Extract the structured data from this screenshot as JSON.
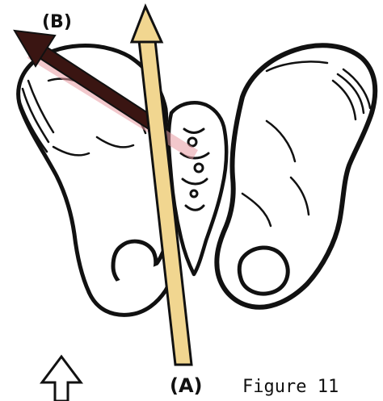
{
  "labels": {
    "arrow_b": "(B)",
    "arrow_a": "(A)",
    "caption": "Figure 11"
  },
  "colors": {
    "bone_outline": "#111111",
    "arrow_a_fill": "#f1d690",
    "arrow_b_fill": "#3a1512",
    "arrow_b_glow": "#e79aa3"
  },
  "icons": {
    "reference_arrow": "hollow-up-arrow-icon"
  }
}
